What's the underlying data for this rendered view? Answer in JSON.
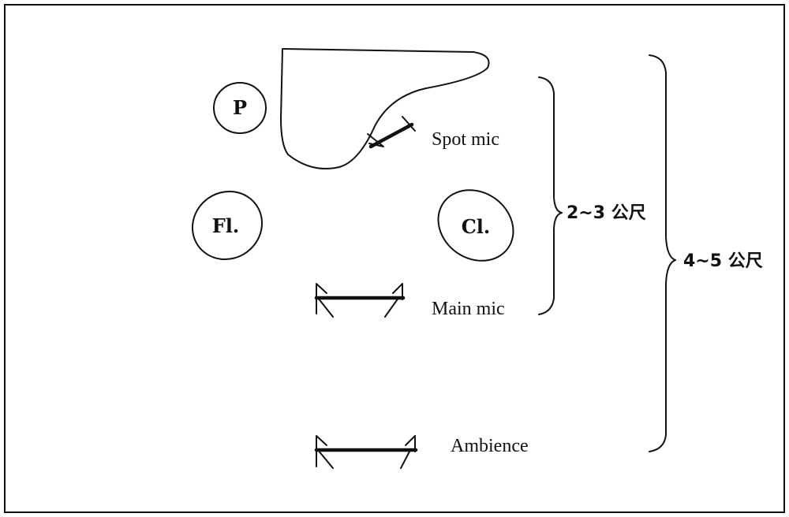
{
  "instruments": {
    "piano": "P",
    "flute": "Fl.",
    "clarinet": "Cl."
  },
  "microphones": {
    "spot": "Spot mic",
    "main": "Main mic",
    "ambience": "Ambience"
  },
  "distances": {
    "near": "2~3 公尺",
    "far": "4~5 公尺"
  }
}
